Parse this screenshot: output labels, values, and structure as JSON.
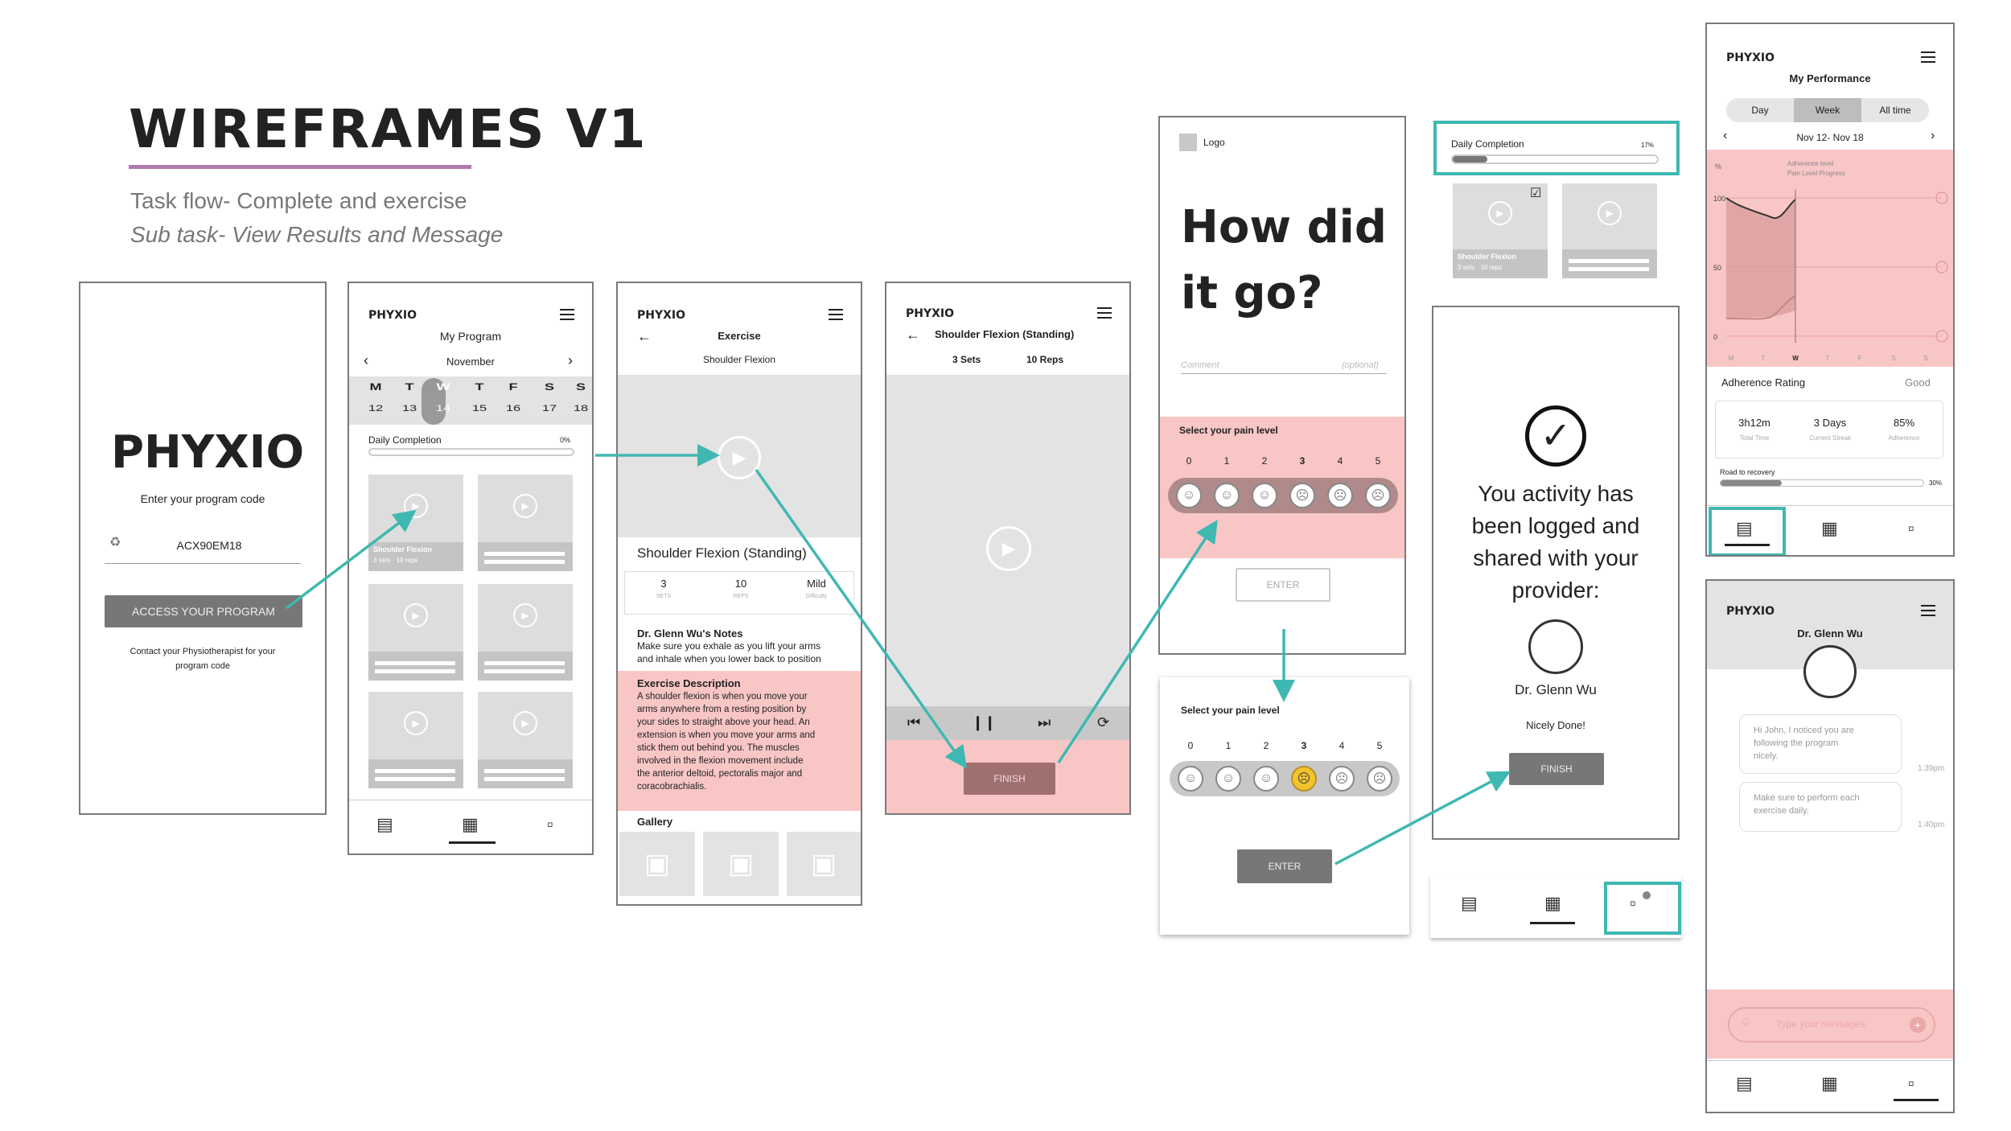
{
  "header": {
    "title": "WIREFRAMES V1",
    "subtitle1": "Task flow- Complete and exercise",
    "subtitle2": "Sub task- View Results and Message",
    "accent_color": "#b07ab0"
  },
  "login": {
    "logo": "PHYXIO",
    "prompt": "Enter your program code",
    "code": "ACX90EM18",
    "button": "ACCESS YOUR PROGRAM",
    "help1": "Contact your Physiotherapist for your",
    "help2": "program code"
  },
  "program": {
    "brand": "PHYXIO",
    "title": "My Program",
    "month": "November",
    "days": [
      "M",
      "T",
      "W",
      "T",
      "F",
      "S",
      "S"
    ],
    "dates": [
      "12",
      "13",
      "14",
      "15",
      "16",
      "17",
      "18"
    ],
    "daily_label": "Daily Completion",
    "daily_pct": "0%",
    "tile_title": "Shoulder Flexion",
    "tile_sub": "3 sets · 10 reps"
  },
  "exercise": {
    "brand": "PHYXIO",
    "title": "Exercise",
    "subtitle": "Shoulder Flexion",
    "name": "Shoulder Flexion (Standing)",
    "stats": [
      {
        "value": "3",
        "label": "SETS"
      },
      {
        "value": "10",
        "label": "REPS"
      },
      {
        "value": "Mild",
        "label": "Difficulty"
      }
    ],
    "notes_title": "Dr. Glenn Wu's Notes",
    "notes_1": "Make sure you exhale as you lift your arms",
    "notes_2": "and inhale when you lower back to position",
    "desc_title": "Exercise Description",
    "desc_lines": [
      "A shoulder flexion is when you move your",
      "arms anywhere from a resting position by",
      "your sides to straight above your head. An",
      "extension is when you move your arms and",
      "stick them out behind you. The muscles",
      "involved in the flexion movement include",
      "the anterior deltoid, pectoralis major and",
      "coracobrachialis."
    ],
    "gallery": "Gallery"
  },
  "player": {
    "brand": "PHYXIO",
    "title": "Shoulder Flexion (Standing)",
    "sets": "3 Sets",
    "reps": "10 Reps",
    "finish": "FINISH"
  },
  "feedback": {
    "logo": "Logo",
    "heading1": "How did",
    "heading2": "it go?",
    "comment": "Comment",
    "optional": "(optional)",
    "pain_label": "Select your pain level",
    "scale": [
      "0",
      "1",
      "2",
      "3",
      "4",
      "5"
    ],
    "enter": "ENTER"
  },
  "pain_popup": {
    "label": "Select your pain level",
    "scale": [
      "0",
      "1",
      "2",
      "3",
      "4",
      "5"
    ],
    "enter": "ENTER"
  },
  "completion_card": {
    "label": "Daily Completion",
    "pct": "17%",
    "progress": 0.17,
    "tile_title": "Shoulder Flexion",
    "tile_sub": "3 sets · 10 reps"
  },
  "logged": {
    "line1": "You activity has",
    "line2": "been logged and",
    "line3": "shared with your",
    "line4": "provider:",
    "doctor": "Dr. Glenn Wu",
    "message": "Nicely Done!",
    "finish": "FINISH"
  },
  "performance": {
    "brand": "PHYXIO",
    "title": "My Performance",
    "tabs": [
      "Day",
      "Week",
      "All time"
    ],
    "range": "Nov 12- Nov 18",
    "y_unit": "%",
    "legend1": "Adherence level",
    "legend2": "Pain Level Progress",
    "y_ticks": [
      "100",
      "50",
      "0"
    ],
    "x_ticks": [
      "M",
      "T",
      "W",
      "T",
      "F",
      "S",
      "S"
    ],
    "rating_label": "Adherence Rating",
    "rating_value": "Good",
    "stats": [
      {
        "value": "3h12m",
        "label": "Total Time"
      },
      {
        "value": "3 Days",
        "label": "Current Streak"
      },
      {
        "value": "85%",
        "label": "Adherence"
      }
    ],
    "road_label": "Road to recovery",
    "road_pct": "30%",
    "road_progress": 0.3
  },
  "chat": {
    "brand": "PHYXIO",
    "doctor": "Dr. Glenn Wu",
    "msg1_1": "Hi John, I noticed you are",
    "msg1_2": "following the program",
    "msg1_3": "nicely.",
    "time1": "1:39pm",
    "msg2_1": "Make sure to perform each",
    "msg2_2": "exercise daily.",
    "time2": "1:40pm",
    "placeholder": "Type your messages"
  },
  "colors": {
    "highlight": "#f9c6c6",
    "connector": "#3fb8b1",
    "wire_gray": "#e3e3e3",
    "button_gray": "#777777"
  }
}
